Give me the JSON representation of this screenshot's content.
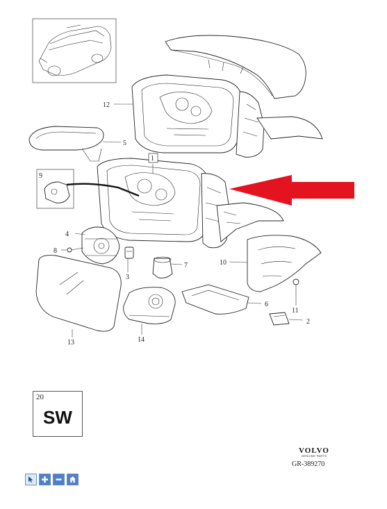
{
  "callouts": {
    "c1": "1",
    "c2": "2",
    "c3": "3",
    "c4": "4",
    "c5": "5",
    "c6": "6",
    "c7": "7",
    "c8": "8",
    "c9": "9",
    "c10": "10",
    "c11": "11",
    "c12": "12",
    "c13": "13",
    "c14": "14"
  },
  "badge": {
    "number": "20",
    "code": "SW"
  },
  "brand": {
    "name": "VOLVO",
    "subtitle": "GENUINE PARTS"
  },
  "drawing_code": "GR-389270",
  "colors": {
    "arrow": "#e3141f",
    "line": "#222222",
    "toolbar": "#4f7fc7"
  },
  "toolbar": [
    {
      "icon": "select-pointer-icon"
    },
    {
      "icon": "zoom-in-plus-icon"
    },
    {
      "icon": "zoom-out-minus-icon"
    },
    {
      "icon": "home-icon"
    }
  ]
}
